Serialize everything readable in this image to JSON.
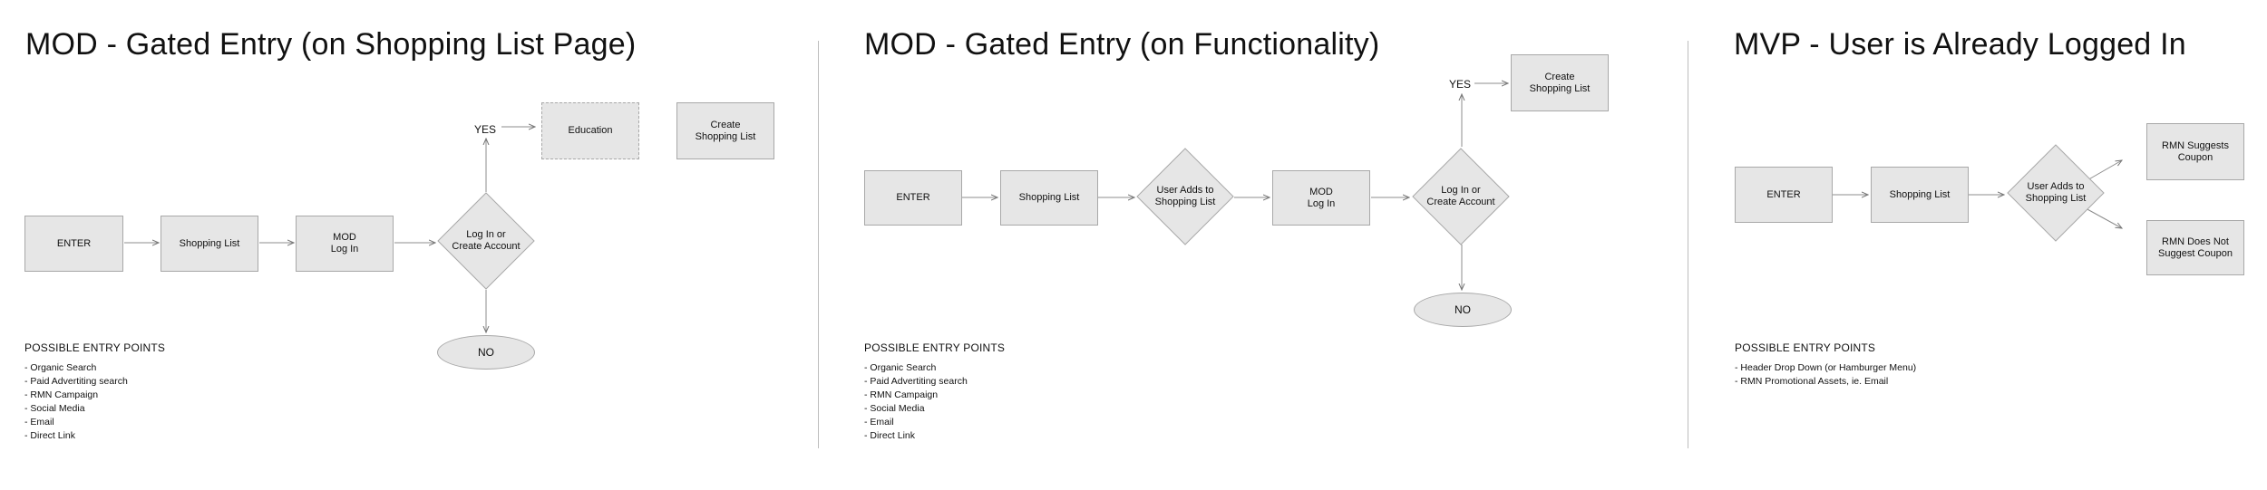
{
  "panels": [
    {
      "title": "MOD - Gated Entry (on Shopping List Page)",
      "enter": "ENTER",
      "shopping_list": "Shopping List",
      "mod_login": "MOD\nLog In",
      "diamond": "Log In or\nCreate Account",
      "yes": "YES",
      "education": "Education",
      "create_list": "Create\nShopping List",
      "no": "NO",
      "entry_heading": "POSSIBLE ENTRY POINTS",
      "entry_points": [
        "- Organic Search",
        "- Paid Advertiting search",
        "- RMN Campaign",
        "- Social Media",
        "- Email",
        "- Direct Link"
      ]
    },
    {
      "title": "MOD - Gated Entry (on Functionality)",
      "enter": "ENTER",
      "shopping_list": "Shopping List",
      "diamond_add": "User Adds to\nShopping List",
      "mod_login": "MOD\nLog In",
      "diamond_login": "Log In or\nCreate Account",
      "yes": "YES",
      "create_list": "Create\nShopping List",
      "no": "NO",
      "entry_heading": "POSSIBLE ENTRY POINTS",
      "entry_points": [
        "- Organic Search",
        "- Paid Advertiting search",
        "- RMN Campaign",
        "- Social Media",
        "- Email",
        "- Direct Link"
      ]
    },
    {
      "title": "MVP - User is Already Logged In",
      "enter": "ENTER",
      "shopping_list": "Shopping List",
      "diamond_add": "User Adds to\nShopping List",
      "suggests": "RMN Suggests\nCoupon",
      "not_suggest": "RMN Does Not\nSuggest Coupon",
      "entry_heading": "POSSIBLE ENTRY POINTS",
      "entry_points": [
        "- Header Drop Down (or Hamburger Menu)",
        "- RMN Promotional Assets, ie. Email"
      ]
    }
  ]
}
